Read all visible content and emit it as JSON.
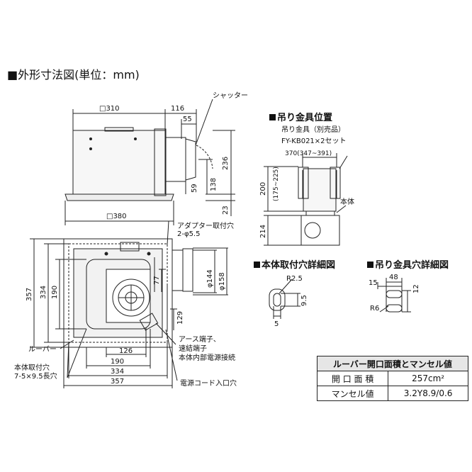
{
  "title": "■外形寸法図(単位：mm)",
  "sections": {
    "hanger_position": "吊り金具位置",
    "body_hole_detail": "本体取付穴詳細図",
    "hanger_hole_detail": "吊り金具穴詳細図"
  },
  "main_top": {
    "d310": "□310",
    "d116": "116",
    "d55": "55",
    "shutter": "シャッター",
    "d236": "236",
    "d138": "138",
    "d59": "59",
    "d23": "23",
    "d380": "□380"
  },
  "main_bottom": {
    "adapter_hole": "アダプター取付穴",
    "adapter_hole_size": "2-φ5.5",
    "d144": "φ144",
    "d158": "φ158",
    "d77": "77",
    "d129": "129",
    "d357": "357",
    "d334": "334",
    "d190": "190",
    "d126": "126",
    "louver": "ルーバー",
    "earth_1": "アース端子、",
    "earth_2": "速結端子",
    "earth_3": "本体内部電源接続",
    "h190": "190",
    "h334": "334",
    "h357": "357",
    "mount_hole_1": "本体取付穴",
    "mount_hole_2": "7-5×9.5長穴",
    "power_cord": "電源コード入口穴"
  },
  "hanger": {
    "item": "吊り金具（別売品）",
    "model": "FY-KB021×2セット",
    "d370": "370(347~391)",
    "d200": "200",
    "d200_range": "(175~225)",
    "body": "本体",
    "d214": "214"
  },
  "body_hole": {
    "r": "R2.5",
    "d95": "9.5",
    "d5": "5"
  },
  "hanger_hole": {
    "d48": "48",
    "d15": "15",
    "d12": "12",
    "r6": "R6"
  },
  "spec_table": {
    "header": "ルーバー開口面積とマンセル値",
    "rows": [
      {
        "label": "開 口 面 積",
        "value": "257cm²"
      },
      {
        "label": "マンセル値",
        "value": "3.2Y8.9/0.6"
      }
    ]
  }
}
